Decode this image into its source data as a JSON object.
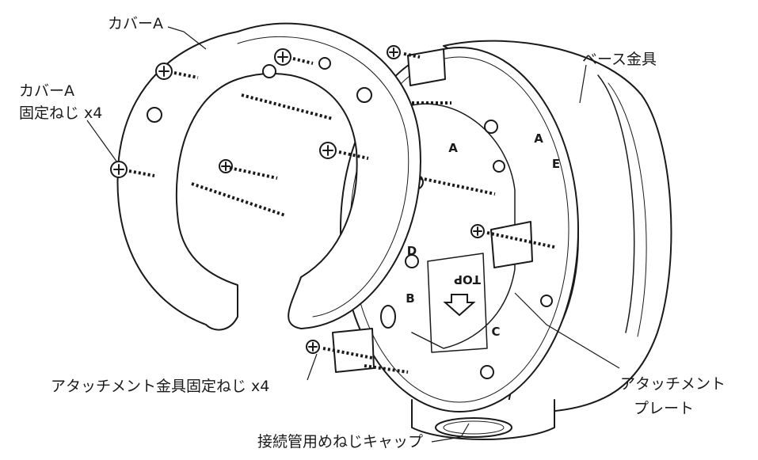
{
  "labels": {
    "cover_a": "カバーA",
    "cover_a_screws_line1": "カバーA",
    "cover_a_screws_line2": "固定ねじ x4",
    "base_bracket": "ベース金具",
    "attachment_screws": "アタッチメント金具固定ねじ x4",
    "attachment_plate_line1": "アタッチメント",
    "attachment_plate_line2": "プレート",
    "conduit_cap": "接続管用めねじキャップ"
  },
  "plate_marks": {
    "a1": "A",
    "a2": "A",
    "e": "E",
    "d": "D",
    "b": "B",
    "c": "C",
    "top": "TOP"
  }
}
